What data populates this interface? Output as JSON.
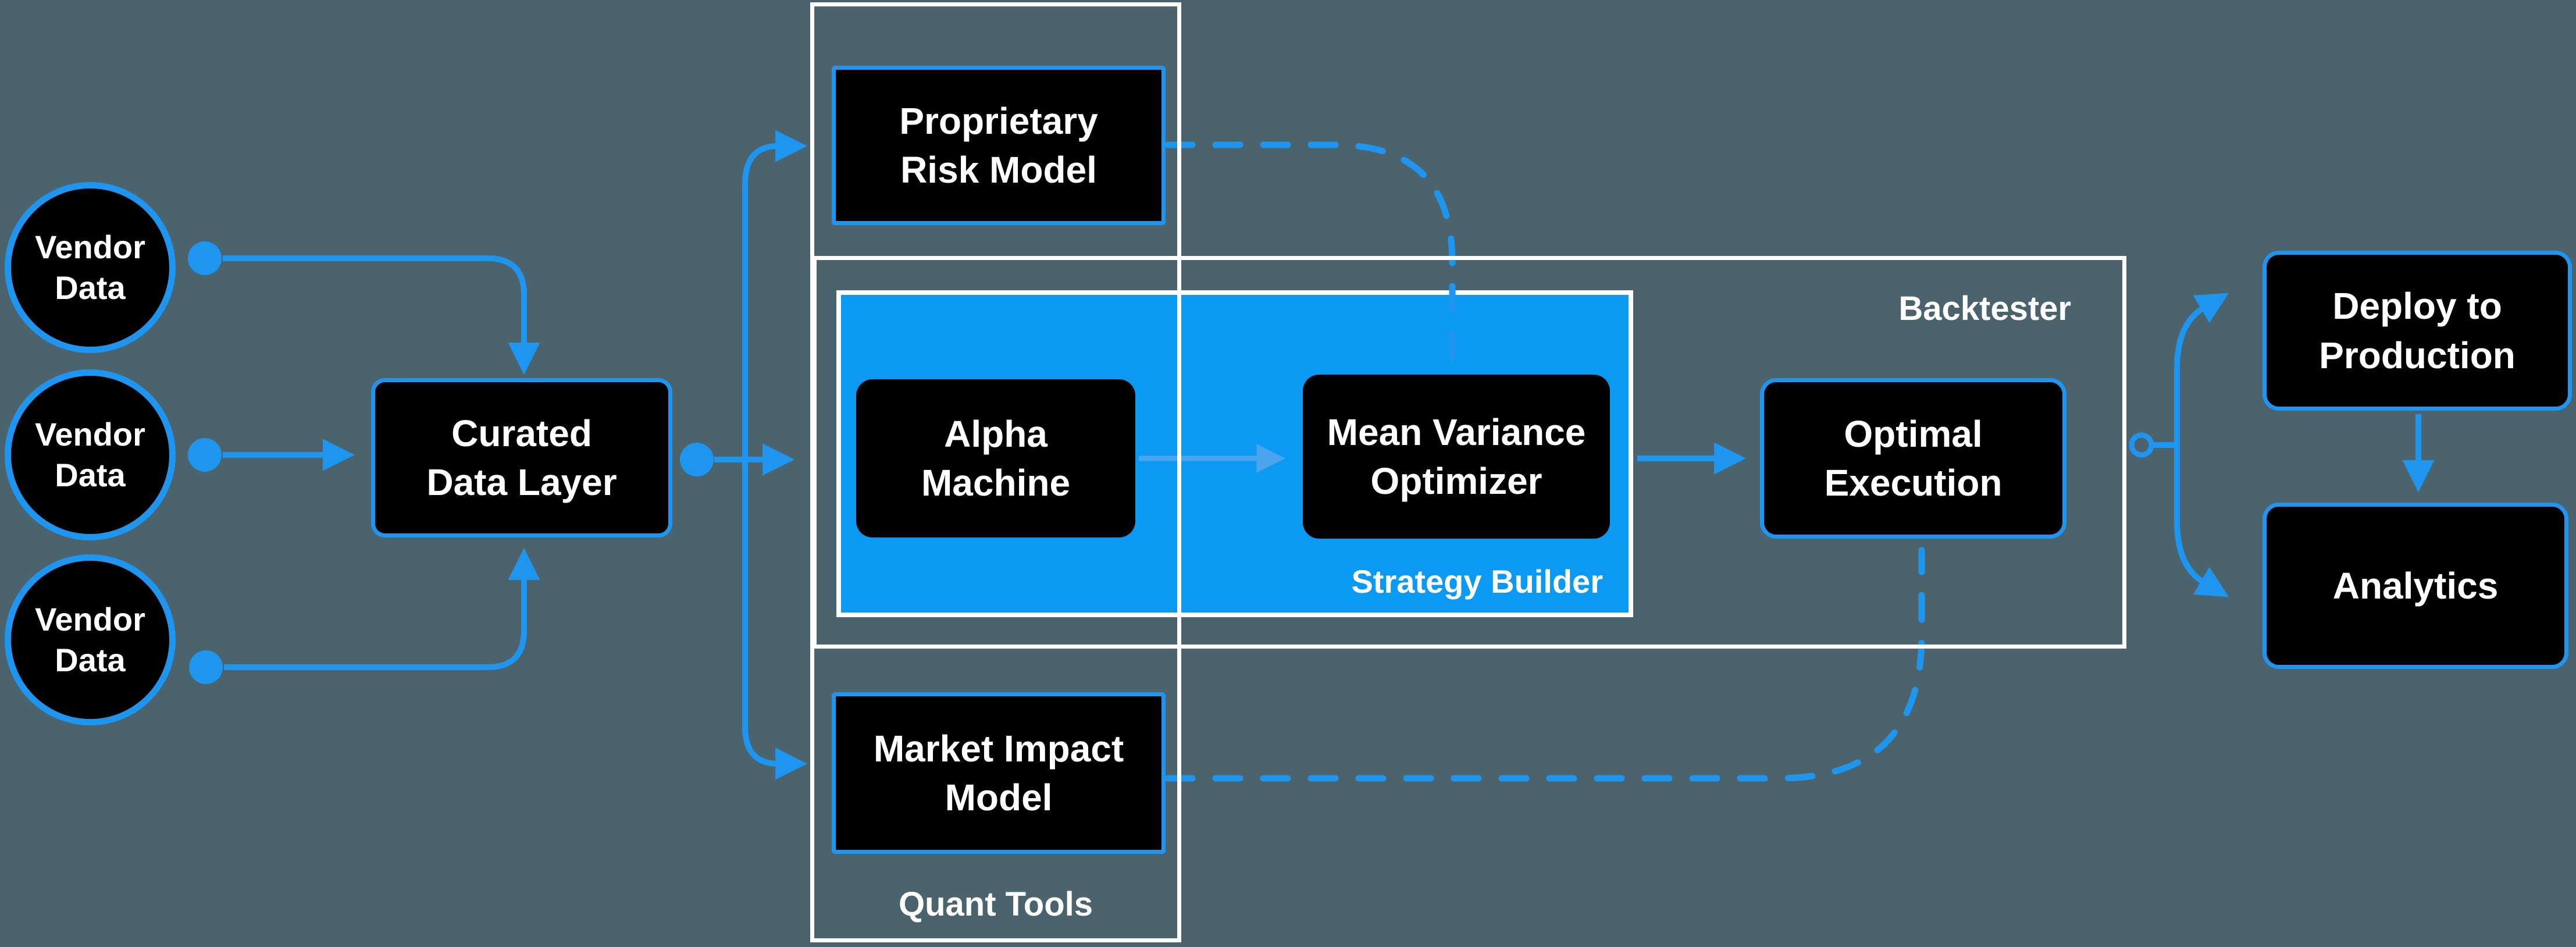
{
  "title": "Quant trading platform architecture diagram",
  "colors": {
    "background": "#4B636D",
    "accent": "#1E96F0",
    "strategy_fill": "#0C99F3",
    "node_fill": "#000000",
    "container_border": "#FFFFFF",
    "text": "#FFFFFF",
    "subtle_arrow": "#4AA5EC"
  },
  "vendors": [
    {
      "label": "Vendor\nData"
    },
    {
      "label": "Vendor\nData"
    },
    {
      "label": "Vendor\nData"
    }
  ],
  "curated": {
    "label": "Curated\nData Layer"
  },
  "quant_tools": {
    "label": "Quant Tools",
    "risk_model": {
      "label": "Proprietary\nRisk Model"
    },
    "impact_model": {
      "label": "Market Impact\nModel"
    }
  },
  "backtester": {
    "label": "Backtester",
    "strategy_builder": {
      "label": "Strategy Builder",
      "alpha_machine": {
        "label": "Alpha\nMachine"
      },
      "mean_variance_optimizer": {
        "label": "Mean Variance\nOptimizer"
      }
    },
    "optimal_execution": {
      "label": "Optimal\nExecution"
    }
  },
  "deploy": {
    "label": "Deploy to\nProduction"
  },
  "analytics": {
    "label": "Analytics"
  },
  "icons": {
    "connector_dot": "filled-circle",
    "connector_ring": "open-circle",
    "arrowhead": "triangle"
  }
}
